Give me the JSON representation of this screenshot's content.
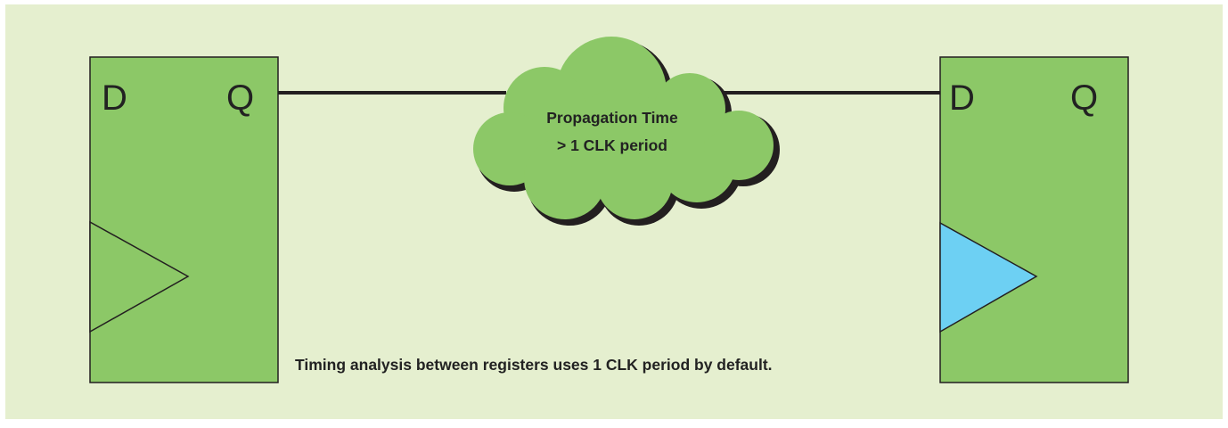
{
  "registers": [
    {
      "id": "source",
      "d_label": "D",
      "q_label": "Q",
      "clock_fill": "#8cc867"
    },
    {
      "id": "destination",
      "d_label": "D",
      "q_label": "Q",
      "clock_fill": "#6dd0f3"
    }
  ],
  "cloud": {
    "line1": "Propagation Time",
    "line2": "> 1 CLK period"
  },
  "caption": "Timing analysis between registers uses 1 CLK period by default.",
  "colors": {
    "background": "#e5efcf",
    "register_fill": "#8cc867",
    "cloud_fill": "#8cc867",
    "wire": "#231f20"
  }
}
